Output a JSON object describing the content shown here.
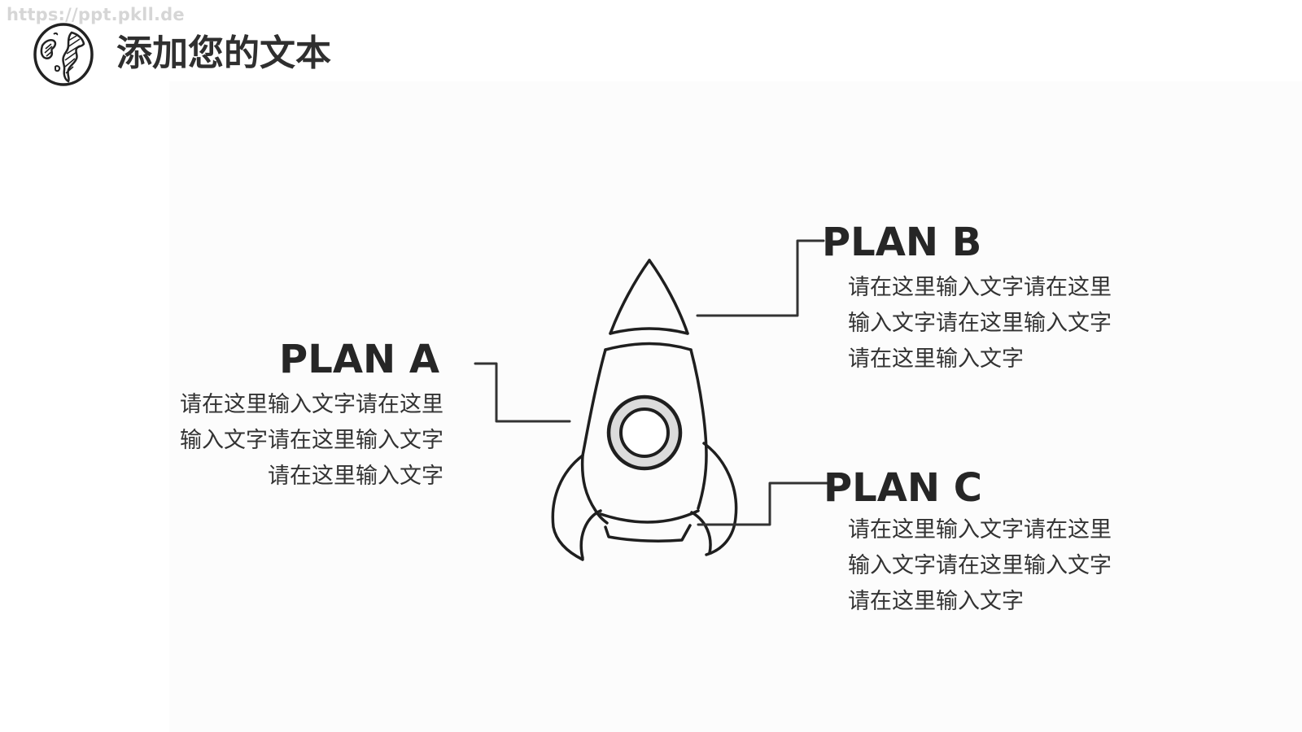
{
  "watermark": "https://ppt.pkll.de",
  "title": "添加您的文本",
  "icons": {
    "globe": "globe-icon",
    "rocket": "rocket-illustration"
  },
  "plans": [
    {
      "title": "PLAN A",
      "body": "请在这里输入文字请在这里输入文字请在这里输入文字请在这里输入文字"
    },
    {
      "title": "PLAN B",
      "body": "请在这里输入文字请在这里输入文字请在这里输入文字请在这里输入文字"
    },
    {
      "title": "PLAN C",
      "body": "请在这里输入文字请在这里输入文字请在这里输入文字请在这里输入文字"
    }
  ],
  "colors": {
    "text": "#2b2b2b",
    "line": "#333333",
    "porthole": "#dcdcdc",
    "background": "#ffffff"
  }
}
